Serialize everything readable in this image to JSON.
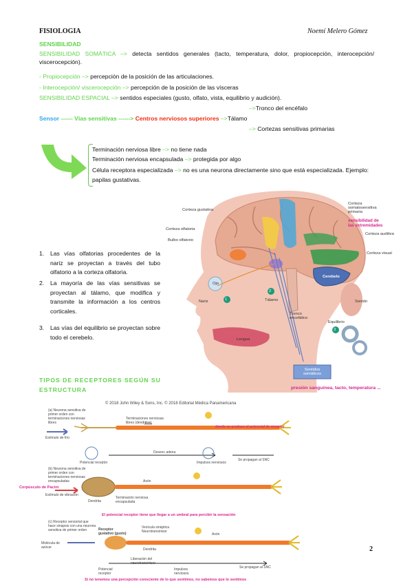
{
  "header": {
    "subject": "FISIOLOGIA",
    "author": "Noemí Melero Gómez"
  },
  "section1": {
    "title": "SENSIBILIDAD",
    "line1_green": "SENSIBILIDAD SOMÁTICA –>",
    "line1_text": "detecta sentidos generales (tacto, temperatura, dolor, propiocepción, interocepción/ viscerocepción).",
    "prop_green": "- Propiocepción –>",
    "prop_text": "percepción de la posición de las articulaciones.",
    "intero_green": "- Interocepción/ viscerocepción –>",
    "intero_text": "percepción de la posición de las vísceras",
    "esp_green": "SENSIBILIDAD ESPACIAL –>",
    "esp_text": "sentidos especiales (gusto, olfato, vista, equilibrio y audición).",
    "tronco_arrow": "–>",
    "tronco": "Tronco del encéfalo",
    "path_sensor": "Sensor",
    "path_vias": "------ Vías sensitivas ------>",
    "path_centros": "Centros nerviosos superiores",
    "path_arrow": "–>",
    "talamo": "Tálamo",
    "cortezas_arrow": "–>",
    "cortezas": "Cortezas sensitivas primarias"
  },
  "bracket": {
    "l1": "Terminación nerviosa libre",
    "l1_arrow": "–>",
    "l1_end": "no tiene nada",
    "l2": "Terminación nerviosa encapsulada",
    "l2_arrow": "–>",
    "l2_end": "protegida por algo",
    "l3": "Célula receptora especializada",
    "l3_arrow": "–>",
    "l3_end": "no es una neurona directamente sino que está especializada. Ejemplo: papilas gustativas."
  },
  "list": [
    {
      "n": "1.",
      "text": "Las vías olfatorias procedentes de la nariz se proyectan a través del tubo olfatorio a la corteza olfatoria."
    },
    {
      "n": "2.",
      "text": "La mayoría de las vías sensitivas se proyectan al tálamo, que modifica y transmite la información a los centros corticales."
    },
    {
      "n": "3.",
      "text": "Las vías del equilibrio se proyectan sobre todo el cerebelo."
    }
  ],
  "brain_labels": {
    "corteza_gustativa": "Corteza gustativa",
    "corteza_olfatoria": "Corteza olfatoria",
    "bulbo_olfatorio": "Bulbo olfatorio",
    "ojo": "Ojo",
    "nariz": "Nariz",
    "talamo": "Tálamo",
    "tronco": "Tronco encefálico",
    "lengua": "Lengua",
    "cerebelo": "Cerebelo",
    "sonido": "Sonido",
    "equilibrio": "Equilibrio",
    "somato": "Corteza somatosensitiva primaria",
    "sens_extrem": "sensibilidad de las extremidades",
    "auditiva": "Corteza auditiva",
    "visual": "Corteza visual",
    "sentidos_somaticos": "Sentidos somáticos",
    "presion": "presión sanguínea, tacto, temperatura ...",
    "n1": "1",
    "n2": "2",
    "n3": "3"
  },
  "receptores_title": "TIPOS DE RECEPTORES SEGÚN SU ESTRUCTURA",
  "diagram": {
    "copyright": "© 2018 John Wiley & Sons, Inc.   © 2018 Editorial Médica Panamericana",
    "a_label": "(a) Neurona sensitiva de primer orden con terminaciones nerviosas libres",
    "a_term": "Terminaciones nerviosas libres (dendritas)",
    "a_axon": "Axón",
    "a_note": "donde se produce el potencial de receptor",
    "a_estimulo": "Estímulo de frío",
    "a_pot": "Potencial receptor",
    "a_desenc": "Desenc adena",
    "a_impulsos": "Impulsos nerviosos",
    "a_snc": "Se propagan al SNC",
    "b_label": "(b) Neurona sensitiva de primer orden con terminaciones nerviosas encapsuladas",
    "b_pacini": "Corpúsculo de Pacini",
    "b_estimulo": "Estímulo de vibración",
    "b_axon": "Axón",
    "b_term": "Terminación nerviosa encapsulada",
    "b_dendrita": "Dendrita",
    "b_note": "El potencial receptor tiene que llegar a un umbral para percibir la sensación",
    "c_label": "(c) Receptor sensorial que hace sinapsis con una neurona sensitiva de primer orden",
    "c_gust": "Receptor gustativo (gusto)",
    "c_vesic": "Vesícula sináptica",
    "c_neuro": "Neurotransmisor",
    "c_axon": "Axón",
    "c_molec": "Molécula de azúcar",
    "c_dendrita": "Dendrita",
    "c_pot": "Potencial receptor",
    "c_liber": "Liberación del neurotransmisor",
    "c_impulsos": "Impulsos nerviosos",
    "c_snc": "Se propagan al SNC",
    "c_note": "Si no tenemos una percepción consciente de lo que sentimos, no sabemos que lo sentimos"
  },
  "page_number": "2"
}
